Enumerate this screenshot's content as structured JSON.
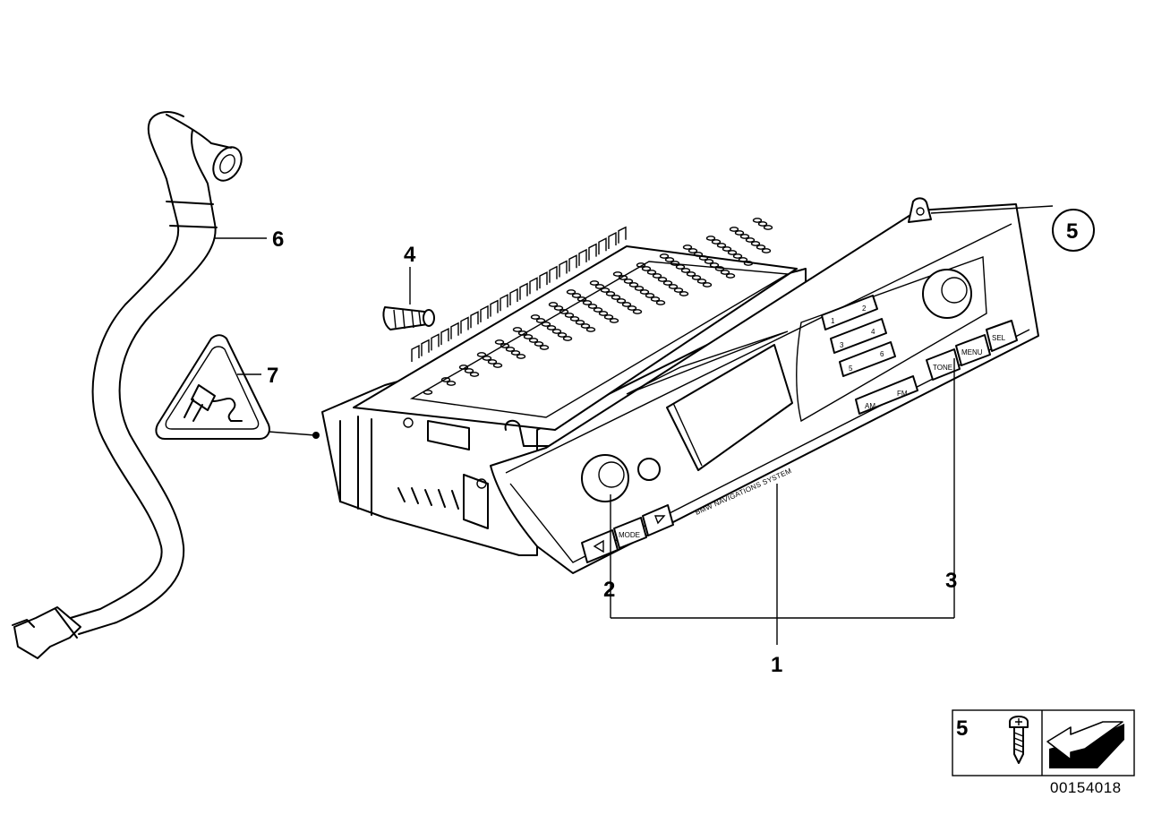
{
  "diagram": {
    "part_labels": {
      "main_unit": "1",
      "knob_left": "2",
      "knob_right": "3",
      "cap": "4",
      "screw": "5",
      "cable": "6",
      "warning_sign": "7"
    },
    "inset": {
      "number": "5"
    },
    "device": {
      "brand_text": "BMW NAVIGATIONS SYSTEM",
      "preset_buttons": [
        "1",
        "2",
        "3",
        "4",
        "5",
        "6"
      ],
      "band_buttons": [
        "AM",
        "FM"
      ],
      "right_buttons": [
        "TONE",
        "MENU",
        "SEL"
      ],
      "mode_button": "MODE"
    },
    "reference_id": "00154018"
  }
}
